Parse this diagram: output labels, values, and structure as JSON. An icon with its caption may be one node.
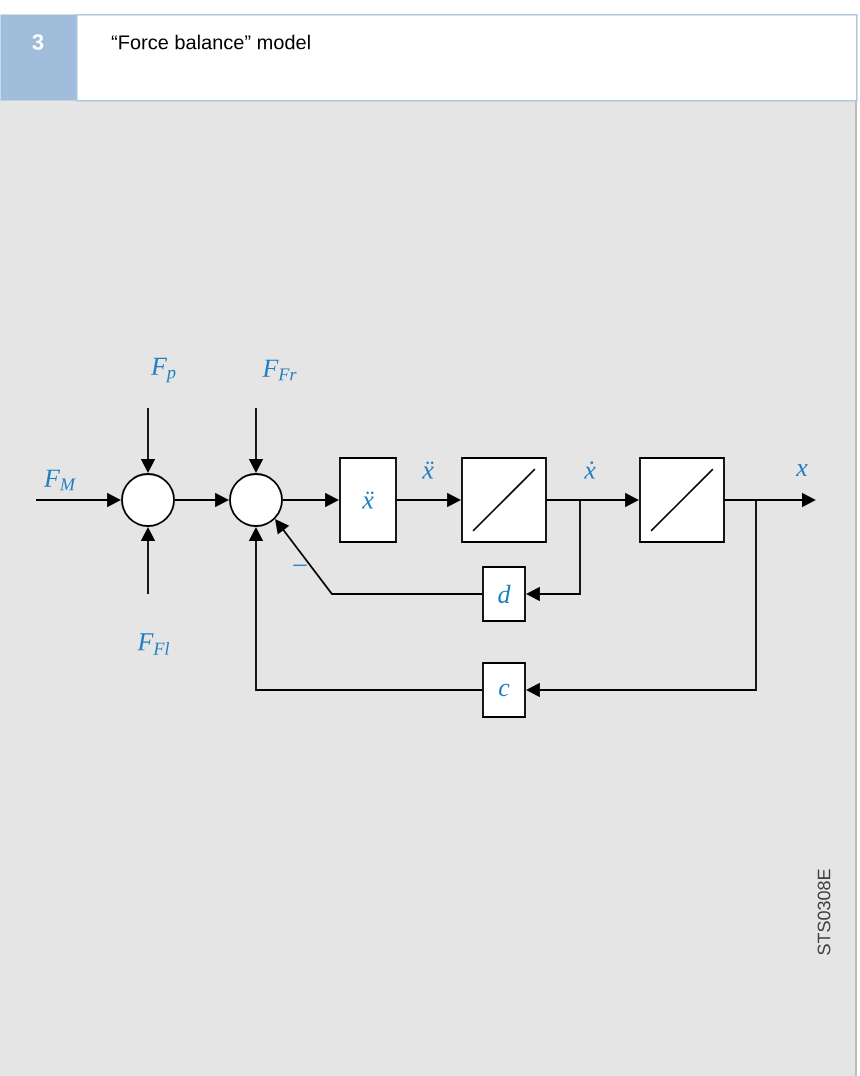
{
  "diagram": {
    "title": "“Force balance” model",
    "nodes": [
      {
        "text": [],
        "shape": "circle"
      },
      {
        "text": [],
        "shape": "circle"
      },
      {
        "text": [
          "ẍ"
        ]
      },
      {
        "text": [],
        "shape": "box"
      },
      {
        "text": [],
        "shape": "box"
      },
      {
        "text": [
          "d"
        ]
      },
      {
        "text": [
          "c"
        ]
      }
    ],
    "edges": [
      {
        "from": null,
        "to": 0,
        "arrow": "to",
        "label": "*F*$_{M}$"
      },
      {
        "from": null,
        "to": 0,
        "arrow": "to",
        "label": "*F*$_{p}$"
      },
      {
        "from": null,
        "to": 0,
        "arrow": "to",
        "label": "*F*$_{Fl}$"
      },
      {
        "from": 0,
        "to": 1,
        "arrow": "to"
      },
      {
        "from": null,
        "to": 1,
        "arrow": "to",
        "label": "*F*$_{Fr}$"
      },
      {
        "from": 1,
        "to": 2,
        "arrow": "to"
      },
      {
        "from": 2,
        "to": 3,
        "arrow": "to",
        "label": "ẍ"
      },
      {
        "from": 3,
        "to": 4,
        "arrow": "to",
        "label": "ẋ"
      },
      {
        "from": 4,
        "to": null,
        "arrow": "to",
        "label": "x"
      },
      {
        "from": 3,
        "to": 5,
        "arrow": "to"
      },
      {
        "from": 5,
        "to": 1,
        "arrow": "to",
        "label": "–"
      },
      {
        "from": 4,
        "to": 6,
        "arrow": "to"
      },
      {
        "from": 6,
        "to": 1,
        "arrow": "to"
      }
    ],
    "labels": [
      "3",
      "STS0308E"
    ]
  }
}
